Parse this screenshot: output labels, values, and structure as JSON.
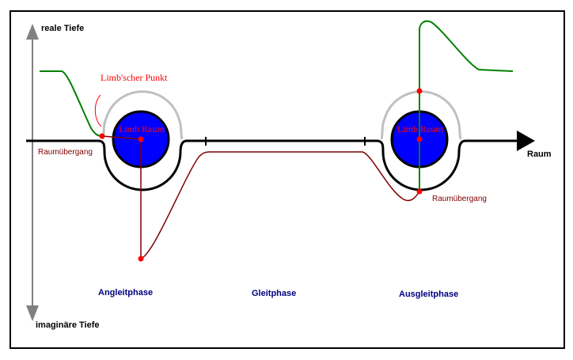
{
  "axes": {
    "y_top": "reale Tiefe",
    "y_bottom": "imaginäre Tiefe",
    "x_right": "Raum"
  },
  "labels": {
    "limb_point": "Limb'scher Punkt",
    "limb_space_left": "Limb Raum",
    "limb_space_right": "Limb Raum",
    "transition_left": "Raumübergang",
    "transition_right": "Raumübergang"
  },
  "phases": [
    "Angleitphase",
    "Gleitphase",
    "Ausgleitphase"
  ],
  "colors": {
    "real_curve": "#008000",
    "imag_curve": "#800000",
    "limb_fill": "#0000ff",
    "limb_halo": "#c0c0c0",
    "marker": "#ff0000",
    "phase_text": "#000080"
  }
}
